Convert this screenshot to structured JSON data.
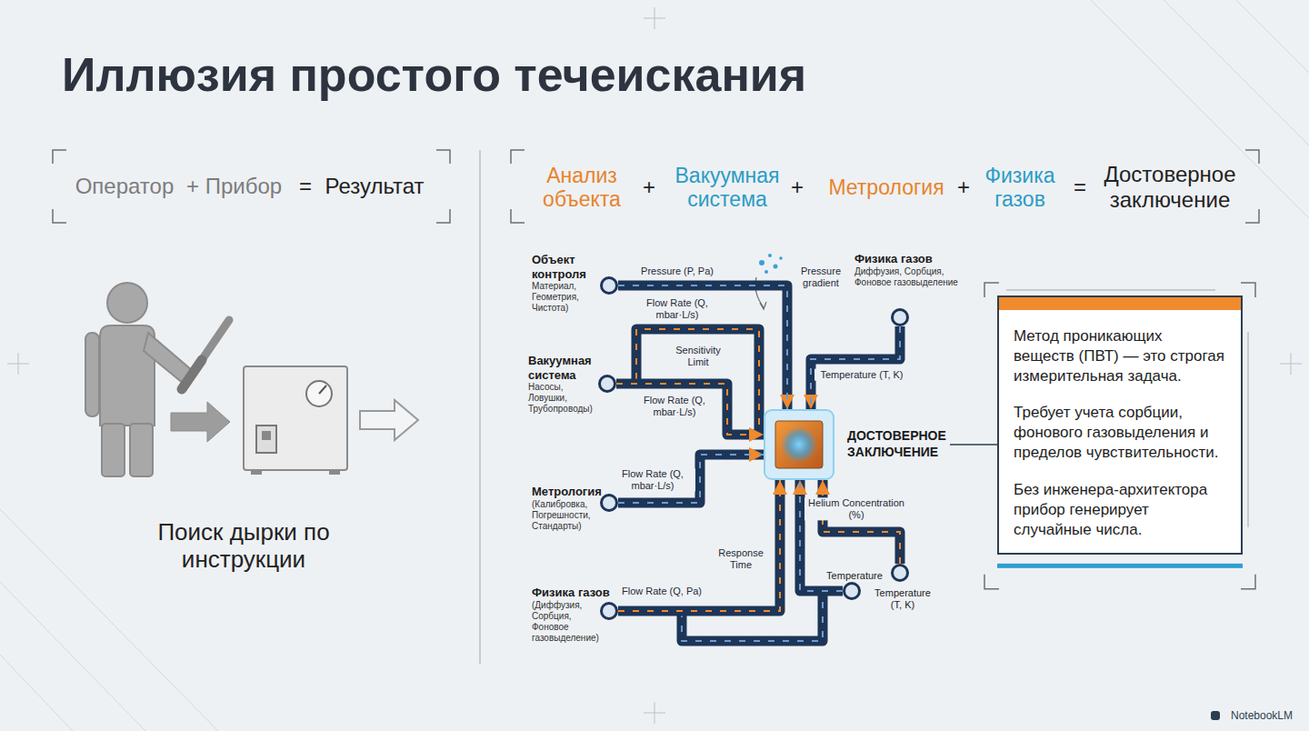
{
  "diagram": {
    "title": "Иллюзия простого течеискания",
    "nodes": [
      {
        "text": [
          "Объект контроля",
          "Материал, Геометрия, Чистота)"
        ]
      },
      {
        "text": [
          "Вакуумная система",
          "Насосы, Ловушки, Трубопроводы)"
        ]
      },
      {
        "text": [
          "Метрология",
          "(Калибровка, Погрешности, Стандарты)"
        ]
      },
      {
        "text": [
          "Физика газов",
          "(Диффузия, Сорбция, Фоновое газовыделение)"
        ]
      },
      {
        "text": [
          "Физика газов",
          "Диффузия, Сорбция, Фоновое газовыделение"
        ]
      },
      {
        "text": [
          "Temperature (T, K)"
        ]
      },
      {
        "text": [
          "Temperature"
        ]
      },
      {
        "text": [
          "ДОСТОВЕРНОЕ ЗАКЛЮЧЕНИЕ"
        ]
      },
      {
        "text": [
          "Метод проникающих веществ (ПВТ) — это строгая измерительная задача.",
          "Требует учета сорбции, фонового газовыделения и пределов чувствительности.",
          "Без инженера-архитектора прибор генерирует случайные числа."
        ]
      }
    ],
    "edges": [
      {
        "from": 0,
        "to": 7,
        "arrow": "to",
        "label": "Pressure (P, Pa)"
      },
      {
        "from": 1,
        "to": 7,
        "arrow": "to",
        "label": "Flow Rate (Q, mbar·L/s)"
      },
      {
        "from": 2,
        "to": 7,
        "arrow": "to",
        "label": "Flow Rate (Q, mbar·L/s)"
      },
      {
        "from": 3,
        "to": 7,
        "arrow": "to",
        "label": "Flow Rate (Q, Pa)"
      },
      {
        "from": 4,
        "to": 7,
        "arrow": "to",
        "label": "Temperature (T, K)"
      },
      {
        "from": 5,
        "to": 7,
        "arrow": "to",
        "label": "Helium Concentration (%)"
      },
      {
        "from": 6,
        "to": 7,
        "arrow": "to"
      },
      {
        "from": 7,
        "to": 8,
        "arrow": "none"
      }
    ],
    "labels": [
      "Оператор",
      "+",
      "Прибор",
      "=",
      "Результат",
      "Поиск дырки по инструкции",
      "Анализ объекта",
      "+",
      "Вакуумная система",
      "+",
      "Метрология",
      "+",
      "Физика газов",
      "=",
      "Достоверное заключение",
      "Flow Rate (Q, mbar·L/s)",
      "Pressure gradient",
      "Sensitivity Limit",
      "Response Time",
      "NotebookLM"
    ]
  }
}
